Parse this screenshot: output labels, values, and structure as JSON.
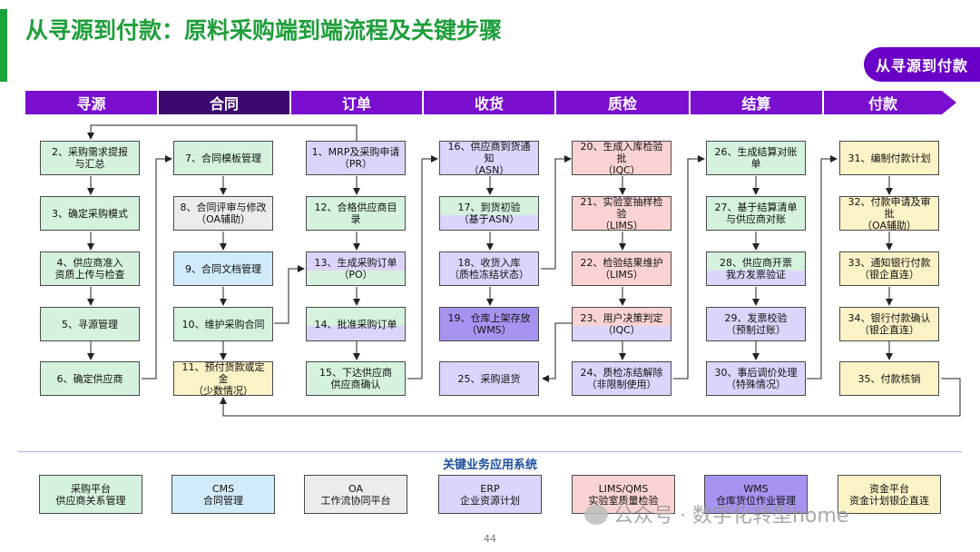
{
  "title": "从寻源到付款：原料采购端到端流程及关键步骤",
  "badge": "从寻源到付款",
  "phases": [
    "寻源",
    "合同",
    "订单",
    "收货",
    "质检",
    "结算",
    "付款"
  ],
  "columns": [
    [
      {
        "l1": "2、采购需求提报",
        "l2": "与汇总"
      },
      {
        "l1": "3、确定采购模式",
        "l2": ""
      },
      {
        "l1": "4、供应商准入",
        "l2": "资质上传与检查"
      },
      {
        "l1": "5、寻源管理",
        "l2": ""
      },
      {
        "l1": "6、确定供应商",
        "l2": ""
      }
    ],
    [
      {
        "l1": "7、合同模板管理",
        "l2": ""
      },
      {
        "l1": "8、合同评审与修改",
        "l2": "（OA辅助）"
      },
      {
        "l1": "9、合同文档管理",
        "l2": ""
      },
      {
        "l1": "10、维护采购合同",
        "l2": ""
      },
      {
        "l1": "11、预付货款或定金",
        "l2": "（少数情况）"
      }
    ],
    [
      {
        "l1": "1、MRP及采购申请",
        "l2": "（PR）"
      },
      {
        "l1": "12、合格供应商目录",
        "l2": ""
      },
      {
        "l1": "13、生成采购订单",
        "l2": "（PO）"
      },
      {
        "l1": "14、批准采购订单",
        "l2": ""
      },
      {
        "l1": "15、下达供应商",
        "l2": "供应商确认"
      }
    ],
    [
      {
        "l1": "16、供应商到货通知",
        "l2": "（ASN）"
      },
      {
        "l1": "17、到货初验",
        "l2": "（基于ASN）"
      },
      {
        "l1": "18、收货入库",
        "l2": "（质检冻结状态）"
      },
      {
        "l1": "19、仓库上架存放",
        "l2": "（WMS）"
      },
      {
        "l1": "25、采购退货",
        "l2": ""
      }
    ],
    [
      {
        "l1": "20、生成入库检验批",
        "l2": "（IQC）"
      },
      {
        "l1": "21、实验室抽样检验",
        "l2": "（LIMS）"
      },
      {
        "l1": "22、检验结果维护",
        "l2": "（LIMS）"
      },
      {
        "l1": "23、用户决策判定",
        "l2": "（IQC）"
      },
      {
        "l1": "24、质检冻结解除",
        "l2": "（非限制使用）"
      }
    ],
    [
      {
        "l1": "26、生成结算对账单",
        "l2": ""
      },
      {
        "l1": "27、基于结算清单",
        "l2": "与供应商对账"
      },
      {
        "l1": "28、供应商开票",
        "l2": "我方发票验证"
      },
      {
        "l1": "29、发票校验",
        "l2": "（预制过账）"
      },
      {
        "l1": "30、事后调价处理",
        "l2": "（特殊情况）"
      }
    ],
    [
      {
        "l1": "31、编制付款计划",
        "l2": ""
      },
      {
        "l1": "32、付款申请及审批",
        "l2": "（OA辅助）"
      },
      {
        "l1": "33、通知银行付款",
        "l2": "（银企直连）"
      },
      {
        "l1": "34、银行付款确认",
        "l2": "（银企直连）"
      },
      {
        "l1": "35、付款核销",
        "l2": ""
      }
    ]
  ],
  "systems_title": "关键业务应用系统",
  "systems": [
    {
      "l1": "采购平台",
      "l2": "供应商关系管理"
    },
    {
      "l1": "CMS",
      "l2": "合同管理"
    },
    {
      "l1": "OA",
      "l2": "工作流协同平台"
    },
    {
      "l1": "ERP",
      "l2": "企业资源计划"
    },
    {
      "l1": "LIMS/QMS",
      "l2": "实验室质量检验"
    },
    {
      "l1": "WMS",
      "l2": "仓库货位作业管理"
    },
    {
      "l1": "资金平台",
      "l2": "资金计划银企直连"
    }
  ],
  "watermark": "公众号 · 数字化转型home",
  "page_number": "44"
}
